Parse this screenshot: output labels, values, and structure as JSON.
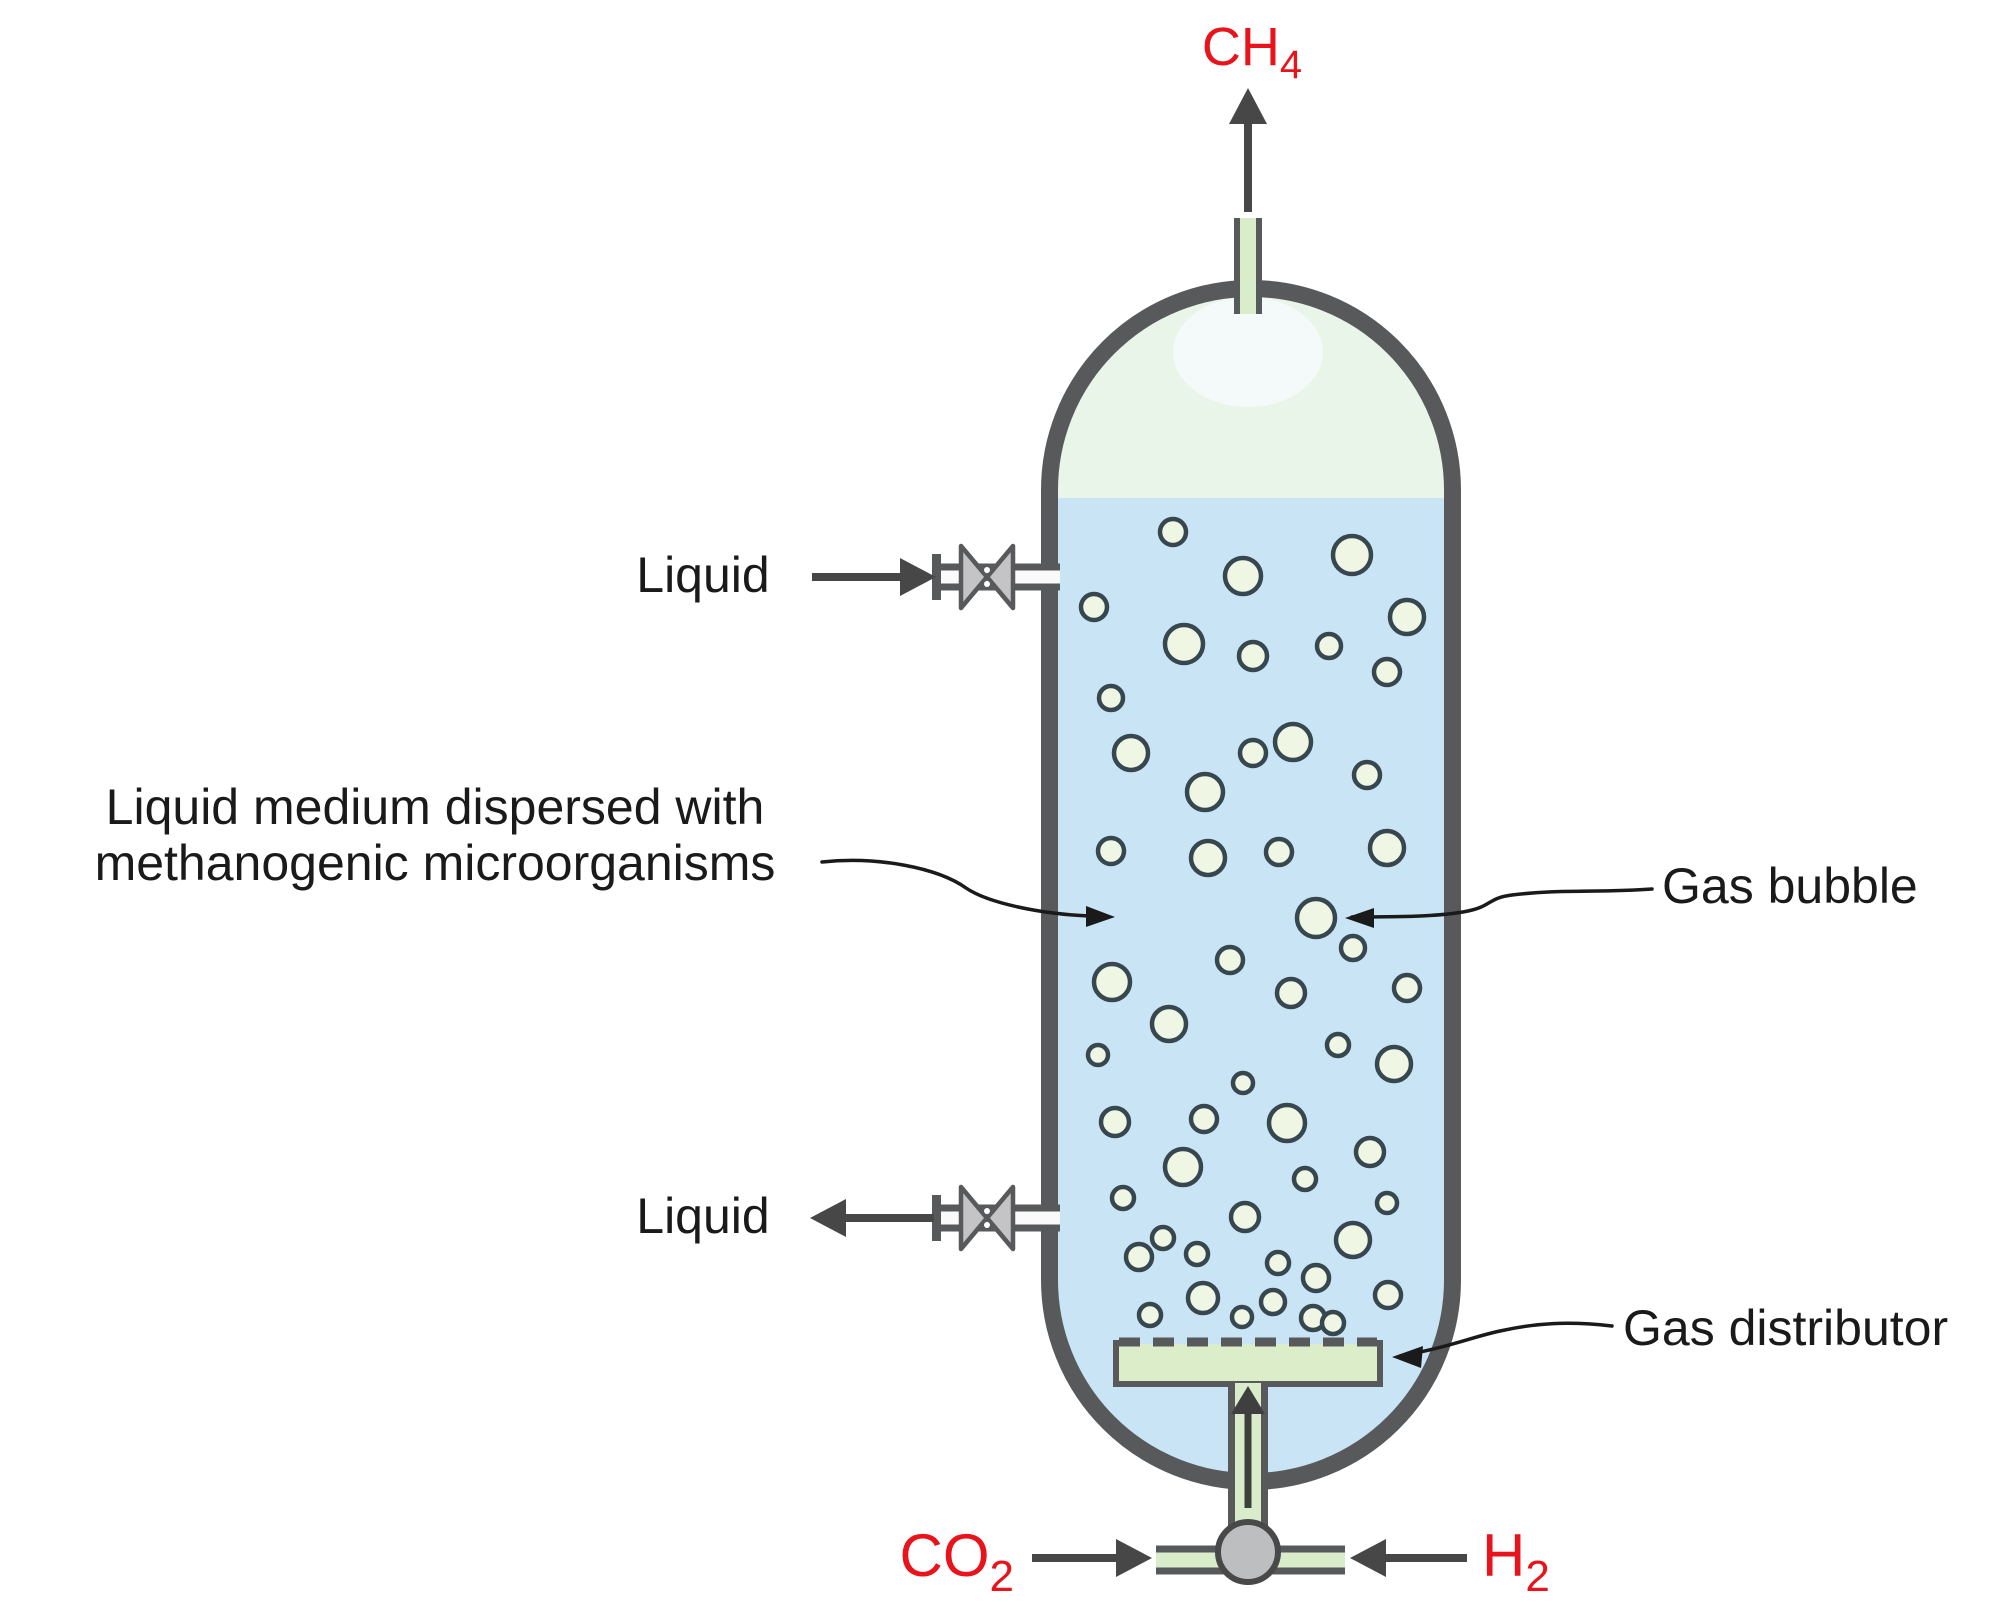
{
  "labels": {
    "ch4_main": "CH",
    "ch4_sub": "4",
    "co2_main": "CO",
    "co2_sub": "2",
    "h2_main": "H",
    "h2_sub": "2",
    "liquid_inlet": "Liquid",
    "liquid_outlet": "Liquid",
    "medium_line1": "Liquid medium dispersed with",
    "medium_line2": "methanogenic microorganisms",
    "gas_bubble": "Gas bubble",
    "gas_distributor": "Gas distributor"
  },
  "colors": {
    "wall": "#58595b",
    "liquid": "#c8e4f5",
    "headspace": "#eaf5e9",
    "pipe_green": "#d9edca",
    "distributor_green": "#dcedca",
    "bubble_fill": "#eff7e4",
    "bubble_stroke": "#37474f",
    "valve_gray": "#c4c4c6",
    "junction_gray": "#bcbec0",
    "arrow_dark": "#474747",
    "leader_black": "#1a1a1a",
    "text_black": "#1a1a1a",
    "gas_red": "#e8131b",
    "port_white": "#fafafa",
    "background": "#ffffff"
  },
  "bubbles": [
    [
      1173,
      532,
      13
    ],
    [
      1243,
      576,
      18
    ],
    [
      1352,
      555,
      19
    ],
    [
      1094,
      607,
      13
    ],
    [
      1407,
      617,
      17
    ],
    [
      1184,
      644,
      19
    ],
    [
      1253,
      656,
      14
    ],
    [
      1329,
      646,
      12
    ],
    [
      1387,
      672,
      13
    ],
    [
      1111,
      698,
      12
    ],
    [
      1131,
      753,
      17
    ],
    [
      1253,
      753,
      13
    ],
    [
      1293,
      742,
      18
    ],
    [
      1367,
      775,
      13
    ],
    [
      1205,
      792,
      18
    ],
    [
      1387,
      848,
      17
    ],
    [
      1111,
      851,
      13
    ],
    [
      1208,
      858,
      17
    ],
    [
      1279,
      852,
      13
    ],
    [
      1316,
      918,
      19
    ],
    [
      1353,
      948,
      12
    ],
    [
      1112,
      982,
      18
    ],
    [
      1230,
      960,
      13
    ],
    [
      1291,
      993,
      14
    ],
    [
      1407,
      988,
      13
    ],
    [
      1169,
      1024,
      17
    ],
    [
      1338,
      1045,
      11
    ],
    [
      1098,
      1055,
      10
    ],
    [
      1394,
      1064,
      17
    ],
    [
      1243,
      1083,
      10
    ],
    [
      1115,
      1122,
      14
    ],
    [
      1204,
      1119,
      13
    ],
    [
      1287,
      1123,
      18
    ],
    [
      1370,
      1152,
      14
    ],
    [
      1183,
      1167,
      18
    ],
    [
      1305,
      1179,
      11
    ],
    [
      1123,
      1198,
      11
    ],
    [
      1387,
      1203,
      10
    ],
    [
      1245,
      1217,
      14
    ],
    [
      1353,
      1240,
      17
    ],
    [
      1163,
      1238,
      11
    ],
    [
      1139,
      1257,
      13
    ],
    [
      1197,
      1254,
      11
    ],
    [
      1278,
      1263,
      11
    ],
    [
      1316,
      1278,
      13
    ],
    [
      1388,
      1295,
      13
    ],
    [
      1203,
      1298,
      15
    ],
    [
      1273,
      1302,
      12
    ],
    [
      1150,
      1315,
      11
    ],
    [
      1242,
      1317,
      10
    ],
    [
      1313,
      1318,
      12
    ],
    [
      1333,
      1323,
      11
    ]
  ]
}
